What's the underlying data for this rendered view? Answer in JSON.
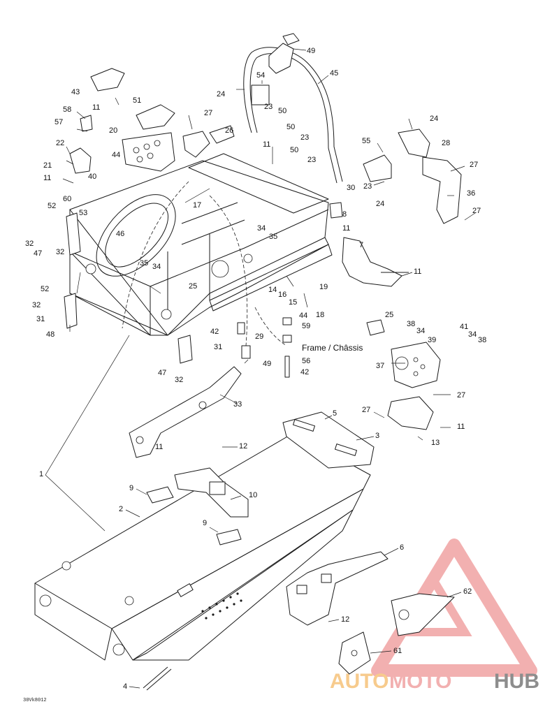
{
  "reference_code": "30Vk8012",
  "frame_caption": "Frame / Châssis",
  "callouts": [
    "49",
    "54",
    "45",
    "24",
    "23",
    "50",
    "43",
    "11",
    "51",
    "27",
    "26",
    "58",
    "57",
    "20",
    "24",
    "50",
    "23",
    "28",
    "55",
    "22",
    "44",
    "11",
    "50",
    "23",
    "21",
    "40",
    "27",
    "11",
    "30",
    "23",
    "24",
    "36",
    "60",
    "17",
    "8",
    "52",
    "53",
    "27",
    "46",
    "34",
    "35",
    "11",
    "7",
    "32",
    "32",
    "47",
    "35",
    "34",
    "11",
    "25",
    "14",
    "16",
    "19",
    "52",
    "15",
    "18",
    "32",
    "25",
    "44",
    "41",
    "38",
    "34",
    "59",
    "31",
    "42",
    "29",
    "34",
    "38",
    "39",
    "48",
    "47",
    "31",
    "56",
    "32",
    "49",
    "42",
    "37",
    "27",
    "33",
    "27",
    "5",
    "11",
    "3",
    "12",
    "13",
    "11",
    "1",
    "9",
    "10",
    "2",
    "9",
    "6",
    "62",
    "12",
    "61",
    "4"
  ],
  "watermark": {
    "text_a": "AUTO",
    "text_b": "MOTO",
    "text_c": "HUB",
    "colors": {
      "triangle": "#f0a3a3",
      "accent": "#f6c27a",
      "dark": "#7a7a7a"
    }
  }
}
